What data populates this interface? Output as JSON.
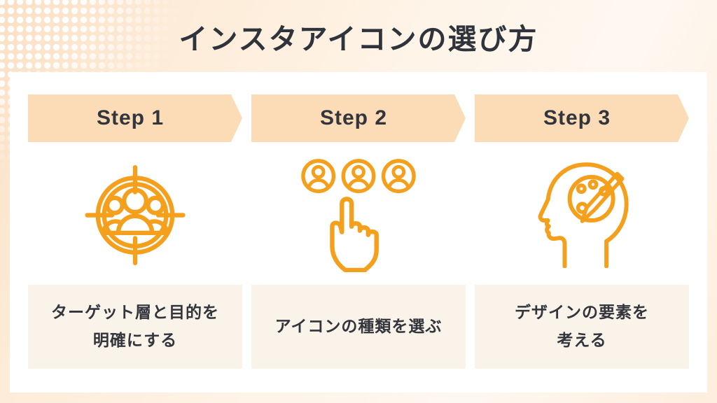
{
  "page": {
    "title": "インスタアイコンの選び方"
  },
  "colors": {
    "accent_orange": "#F5A01D",
    "banner_peach": "#FBDCB6",
    "card_white": "#FFFFFF",
    "box_cream": "#FAF3EA",
    "background_peach": "#FBDFC3",
    "text_dark": "#32353C"
  },
  "steps": [
    {
      "label": "Step 1",
      "icon": "target-audience-icon",
      "description": "ターゲット層と目的を\n明確にする"
    },
    {
      "label": "Step 2",
      "icon": "choose-icon-type-icon",
      "description": "アイコンの種類を選ぶ"
    },
    {
      "label": "Step 3",
      "icon": "design-elements-icon",
      "description": "デザインの要素を\n考える"
    }
  ]
}
